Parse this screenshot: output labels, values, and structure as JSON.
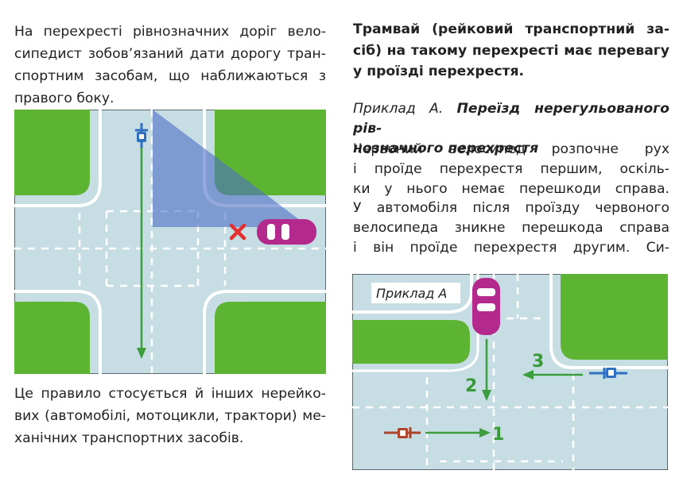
{
  "intro": {
    "lines": [
      "На перехресті рівнозначних доріг вело-",
      "сипедист зобов’язаний дати дорогу тран-",
      "спортним засобам, що наближаються з",
      "правого боку."
    ]
  },
  "rule": {
    "lines": [
      "Трамвай (рейковий транспортний за-",
      "сіб) на такому перехресті має перевагу",
      "у проїзді перехрестя."
    ]
  },
  "example": {
    "prefix": "Приклад А.",
    "title_line1": "Переїзд нерегульованого рів-",
    "title_line2": "нозначного перехрестя",
    "body_lines": [
      "Червоний велосипед розпочне рух",
      "і проїде перехрестя першим, оскіль-",
      "ки у нього немає перешкоди справа.",
      "У автомобіля після проїзду червоного",
      "велосипеда зникне перешкода справа",
      "і він проїде перехрестя другим. Си-"
    ]
  },
  "outro": {
    "lines": [
      "Це правило стосується й інших нерейко-",
      "вих (автомобілі, мотоцикли, трактори) ме-",
      "ханічних транспортних засобів."
    ]
  },
  "figure2": {
    "caption": "Приклад А",
    "order_labels": [
      "1",
      "2",
      "3"
    ]
  },
  "colors": {
    "grass": "#5db332",
    "road": "#c5dde3",
    "arrow": "#3c9d3c",
    "car": "#b42a8c",
    "cross": "#e03030",
    "sight_zone": "#4d6fc5",
    "bike_blue": "#2e6fbf",
    "bike_red": "#b0452d",
    "label_green": "#3a9a3a"
  }
}
